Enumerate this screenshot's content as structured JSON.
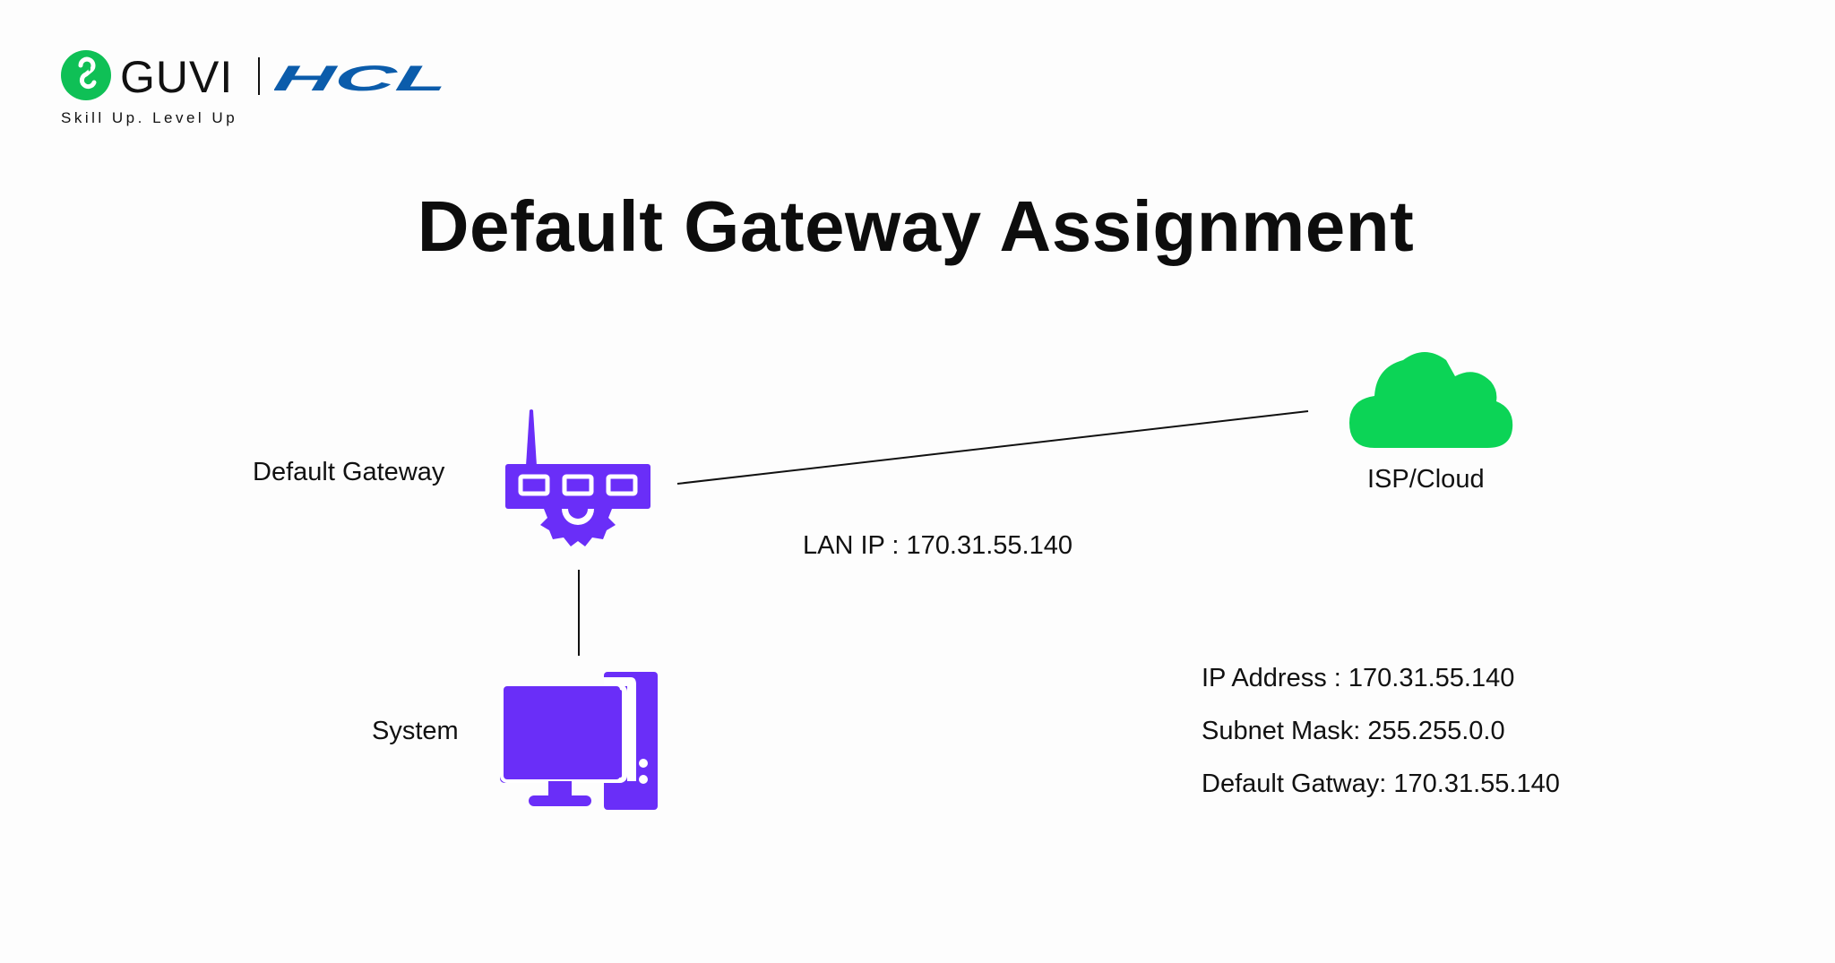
{
  "branding": {
    "guvi_name": "GUVI",
    "hcl_name": "HCL",
    "tagline": "Skill Up. Level Up",
    "guvi_color": "#0fc056",
    "hcl_color": "#0b5cab"
  },
  "title": "Default Gateway Assignment",
  "diagram": {
    "nodes": {
      "gateway": {
        "label": "Default Gateway",
        "icon": "router-icon",
        "color": "#6a2ef8"
      },
      "cloud": {
        "label": "ISP/Cloud",
        "icon": "cloud-icon",
        "color": "#0cd456"
      },
      "system": {
        "label": "System",
        "icon": "desktop-computer-icon",
        "color": "#6a2ef8"
      }
    },
    "edges": [
      {
        "from": "gateway",
        "to": "cloud",
        "label": "LAN IP : 170.31.55.140"
      },
      {
        "from": "gateway",
        "to": "system",
        "label": ""
      }
    ],
    "system_config": {
      "ip_address": "IP Address : 170.31.55.140",
      "subnet_mask": "Subnet Mask: 255.255.0.0",
      "default_gateway": "Default Gatway: 170.31.55.140"
    }
  }
}
